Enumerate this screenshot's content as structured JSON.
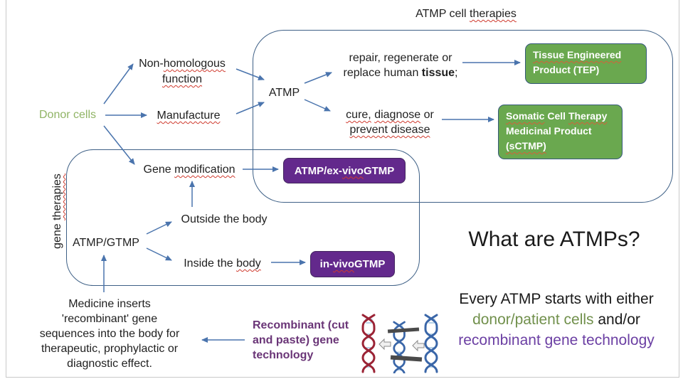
{
  "colors": {
    "arrow": "#4a74ad",
    "container_border": "#3e6086",
    "green_box_fill": "#6aa84f",
    "purple_box_fill": "#63298c",
    "donor_green": "#90b465",
    "olive_green_text": "#71904c",
    "purple_text": "#6b3fa3",
    "recombinant_label_purple": "#6a3577",
    "squiggle_red": "#cf3a2e",
    "slide_border_gray": "#c9c9c9"
  },
  "title": {
    "pre": "ATMP cell ",
    "wavy": "therapies"
  },
  "left_flow": {
    "donor": "Donor cells",
    "nonhom": {
      "pre": "Non-",
      "wavy": "homologous",
      "l2": "function"
    },
    "manufacture": "Manufacture",
    "gene_mod": {
      "pre": "Gene ",
      "wavy": "modification"
    }
  },
  "outer_box": {
    "atmp": "ATMP",
    "repair": {
      "l1": "repair, regenerate or",
      "l2_pre": "replace human ",
      "l2_bold": "tissue",
      "l2_post": ";"
    },
    "cure": {
      "w1": "cure,",
      "sp": " ",
      "w2": "diagnose",
      "w3": " or",
      "l2": "prevent disease"
    },
    "tep": {
      "l1": "Tissue Engineered",
      "l2": "Product (TEP)"
    },
    "sctmp": {
      "w1": "Somatic",
      "mid": " Cell ",
      "w2": "Therapy",
      "l2": "Medicinal Product",
      "l3": "(sCTMP)"
    }
  },
  "gene_box": {
    "vertical": {
      "pre": "gene ",
      "wavy": "therapies"
    },
    "ex_vivo": {
      "pre": "ATMP/ex-",
      "wavy": "vivo",
      "post": " GTMP"
    },
    "outside": "Outside the body",
    "atmp_gtmp": "ATMP/GTMP",
    "inside": {
      "pre": "Inside the ",
      "wavy": "body"
    },
    "in_vivo": {
      "pre": "in-",
      "wavy": "vivo",
      "post": " GTMP"
    }
  },
  "bottom": {
    "medicine": [
      "Medicine inserts",
      "'recombinant' gene",
      "sequences into the body for",
      "therapeutic, prophylactic or",
      "diagnostic effect."
    ],
    "recombinant": [
      "Recombinant (cut",
      "and paste) gene",
      "technology"
    ]
  },
  "right_panel": {
    "heading": "What are ATMPs?",
    "line1": "Every ATMP starts with either",
    "line2_green": "donor/patient cells",
    "line2_rest": " and/or",
    "line3": "recombinant gene technology"
  }
}
